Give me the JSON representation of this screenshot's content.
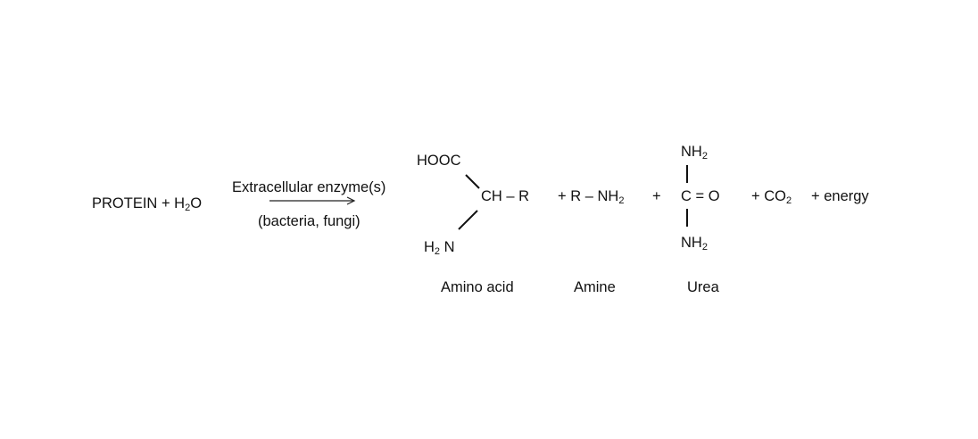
{
  "reactant": {
    "protein": "PROTEIN",
    "plus_water": "+ H",
    "water_sub": "2",
    "water_o": "O"
  },
  "arrow": {
    "top_label": "Extracellular enzyme(s)",
    "bottom_label": "(bacteria, fungi)"
  },
  "amino_acid": {
    "hooc": "HOOC",
    "ch_r": "CH – R",
    "h2n_h": "H",
    "h2n_sub": "2",
    "h2n_n": " N",
    "label": "Amino acid"
  },
  "amine": {
    "formula": "+  R – NH",
    "sub": "2",
    "label": "Amine"
  },
  "plus_mid": "+",
  "urea": {
    "top_nh": "NH",
    "top_sub": "2",
    "center": "C = O",
    "bottom_nh": "NH",
    "bottom_sub": "2",
    "label": "Urea"
  },
  "co2": {
    "text": "+  CO",
    "sub": "2"
  },
  "energy": "+ energy"
}
